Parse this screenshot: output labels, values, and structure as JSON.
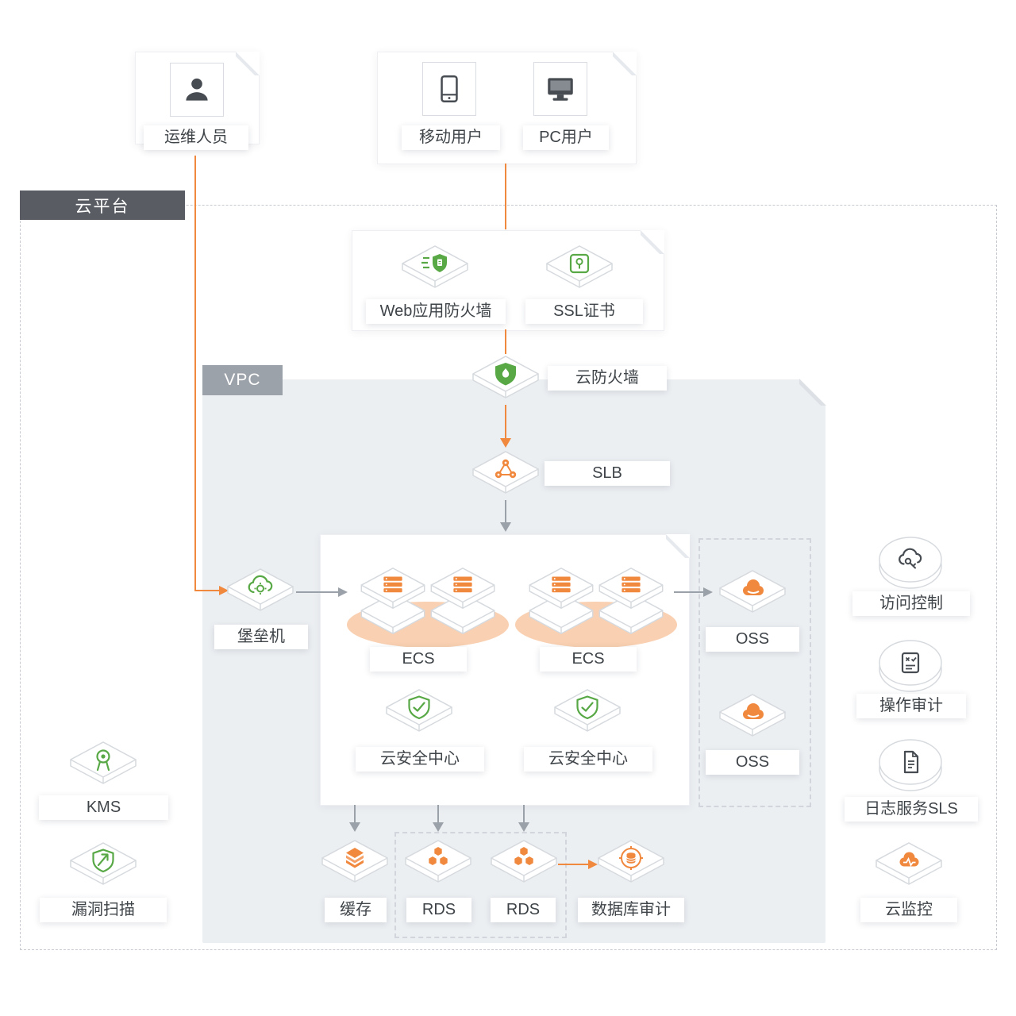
{
  "platform": {
    "label": "云平台"
  },
  "vpc": {
    "label": "VPC"
  },
  "actors": {
    "ops": "运维人员",
    "mobile": "移动用户",
    "pc": "PC用户"
  },
  "edge": {
    "waf": "Web应用防火墙",
    "ssl": "SSL证书"
  },
  "nodes": {
    "cloud_firewall": "云防火墙",
    "slb": "SLB",
    "bastion": "堡垒机",
    "ecs_left": "ECS",
    "ecs_right": "ECS",
    "security_center_left": "云安全中心",
    "security_center_right": "云安全中心",
    "oss_top": "OSS",
    "oss_bottom": "OSS",
    "kms": "KMS",
    "vulnerability_scan": "漏洞扫描",
    "cache": "缓存",
    "rds_left": "RDS",
    "rds_right": "RDS",
    "database_audit": "数据库审计",
    "access_control": "访问控制",
    "operation_audit": "操作审计",
    "log_service_sls": "日志服务SLS",
    "cloud_monitor": "云监控"
  },
  "colors": {
    "accent_orange": "#F0883E",
    "accent_green": "#58A846",
    "arrow_gray": "#9BA1A8",
    "platform_label_bg": "#595D63",
    "vpc_label_bg": "#9CA2AA",
    "vpc_bg": "#ECEFF2"
  }
}
